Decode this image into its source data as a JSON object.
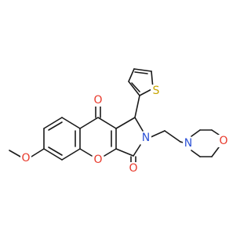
{
  "atoms": {
    "carbonyl_o_top": {
      "symbol": "O",
      "color": "#e8392b"
    },
    "carbonyl_o_bottom": {
      "symbol": "O",
      "color": "#e8392b"
    },
    "chromene_o": {
      "symbol": "O",
      "color": "#e8392b"
    },
    "methoxy_o": {
      "symbol": "O",
      "color": "#e8392b"
    },
    "morpholine_o": {
      "symbol": "O",
      "color": "#e8392b"
    },
    "lactam_n": {
      "symbol": "N",
      "color": "#2d52d6"
    },
    "morpholine_n": {
      "symbol": "N",
      "color": "#2d52d6"
    },
    "thiophene_s": {
      "symbol": "S",
      "color": "#c7a500"
    }
  }
}
